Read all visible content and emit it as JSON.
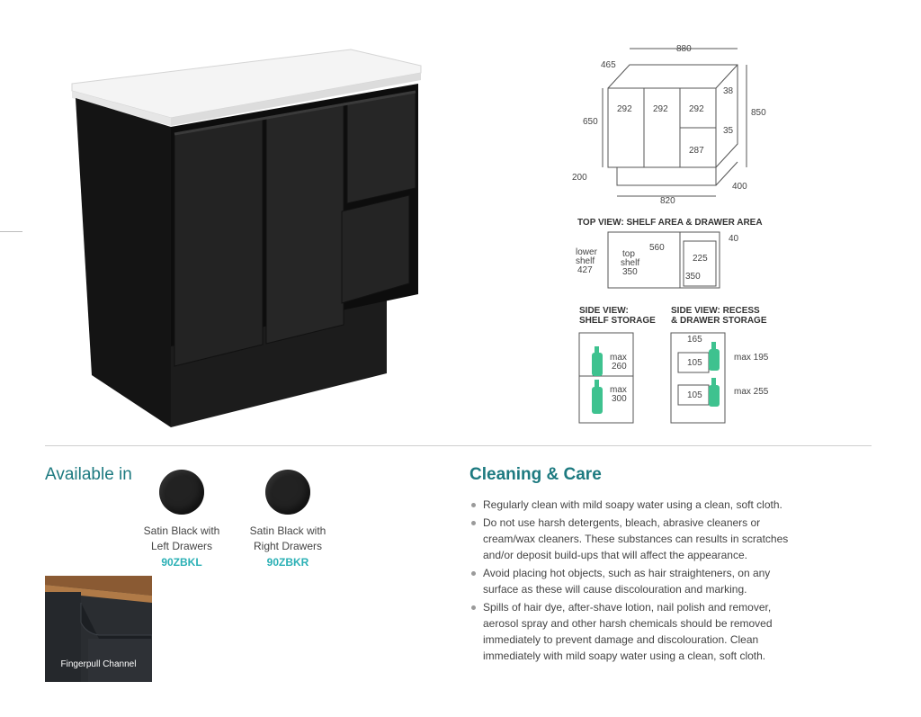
{
  "diagram": {
    "top_dims": {
      "width": "880",
      "depth": "465",
      "height": "850",
      "top_h": "38",
      "door_h": "650",
      "kick_h": "200",
      "kick_w": "820",
      "kick_d": "400",
      "col1": "292",
      "col2": "292",
      "col3": "292",
      "drawer_gap": "35",
      "drawer_h": "287"
    },
    "top_view": {
      "title": "TOP VIEW: SHELF AREA & DRAWER AREA",
      "lower_shelf": [
        "lower",
        "shelf",
        "427"
      ],
      "top_shelf": [
        "top",
        "shelf",
        "350"
      ],
      "w560": "560",
      "d40": "40",
      "w225": "225",
      "h350": "350"
    },
    "side_shelf": {
      "title_lines": [
        "SIDE VIEW:",
        "SHELF STORAGE"
      ],
      "upper": [
        "max",
        "260"
      ],
      "lower": [
        "max",
        "300"
      ]
    },
    "side_recess": {
      "title_lines": [
        "SIDE VIEW: RECESS",
        "& DRAWER STORAGE"
      ],
      "recess": "165",
      "d1": "105",
      "d2": "105",
      "max1": "max 195",
      "max2": "max 255"
    }
  },
  "available": {
    "title": "Available in",
    "options": [
      {
        "name_lines": [
          "Satin Black with",
          "Left Drawers"
        ],
        "code": "90ZBKL",
        "color": "#222222"
      },
      {
        "name_lines": [
          "Satin Black with",
          "Right Drawers"
        ],
        "code": "90ZBKR",
        "color": "#222222"
      }
    ],
    "fingerpull_caption": "Fingerpull Channel"
  },
  "care": {
    "title": "Cleaning & Care",
    "items": [
      "Regularly clean with mild soapy water using a clean, soft cloth.",
      "Do not use harsh detergents, bleach, abrasive cleaners or cream/wax cleaners. These substances can results in scratches and/or deposit build-ups that will affect the appearance.",
      "Avoid placing hot objects, such as hair straighteners, on any surface as these will cause discolouration and marking.",
      "Spills of hair dye, after-shave lotion, nail polish and remover, aerosol spray and other harsh chemicals should be removed immediately to prevent damage and discolouration. Clean immediately with mild soapy water using a clean, soft cloth."
    ]
  },
  "colors": {
    "accent": "#1d7a80",
    "code": "#2bb0b5",
    "bottle": "#3ec28f"
  }
}
